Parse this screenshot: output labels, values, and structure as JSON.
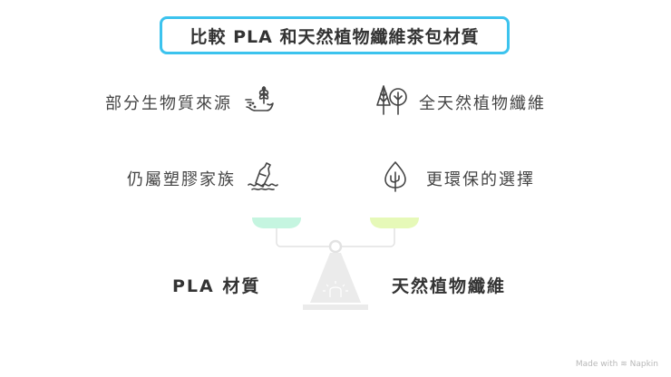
{
  "title": "比較 PLA 和天然植物纖維茶包材質",
  "left": {
    "items": [
      {
        "label": "部分生物質來源",
        "icon": "plant-in-soil-icon"
      },
      {
        "label": "仍屬塑膠家族",
        "icon": "bottle-in-water-icon"
      }
    ],
    "caption": "PLA 材質",
    "pan_color": "#c5f5e0"
  },
  "right": {
    "items": [
      {
        "label": "全天然植物纖維",
        "icon": "trees-icon"
      },
      {
        "label": "更環保的選擇",
        "icon": "leaf-tree-icon"
      }
    ],
    "caption": "天然植物纖維",
    "pan_color": "#e6f9b8"
  },
  "accent_color": "#3cc3ee",
  "watermark": "Made with ≋ Napkin"
}
